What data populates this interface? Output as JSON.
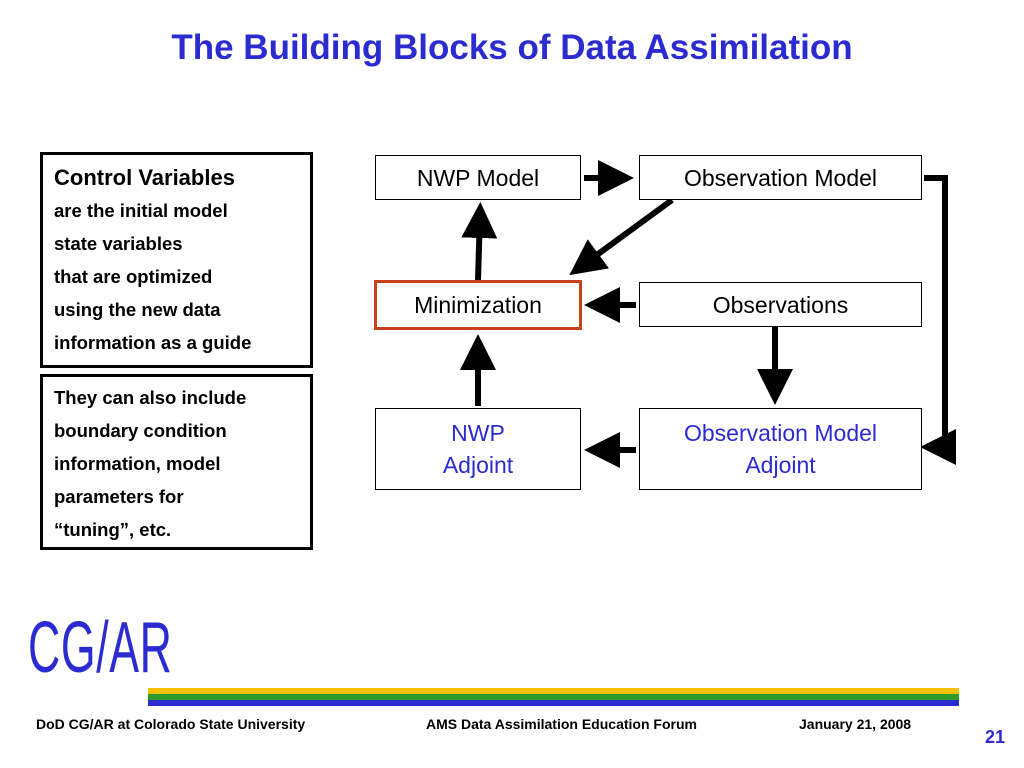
{
  "title": "The Building Blocks of Data Assimilation",
  "control_box": {
    "heading": "Control Variables",
    "lines": [
      "are the initial model",
      "state variables",
      "that are optimized",
      "using the new data",
      "information as a guide"
    ]
  },
  "tuning_box": {
    "lines": [
      "They can also include",
      "boundary condition",
      "information, model",
      "parameters for",
      "“tuning”, etc."
    ]
  },
  "nodes": {
    "nwp_model": "NWP Model",
    "observation_model": "Observation Model",
    "minimization": "Minimization",
    "observations": "Observations",
    "nwp_adjoint": [
      "NWP",
      "Adjoint"
    ],
    "observation_model_adjoint": [
      "Observation Model",
      "Adjoint"
    ]
  },
  "logo_text": "CG/AR",
  "footer": {
    "left": "DoD CG/AR at Colorado State University",
    "center": "AMS Data Assimilation Education Forum",
    "right": "January 21, 2008",
    "page_number": "21"
  },
  "colors": {
    "title_blue": "#2b2bd0",
    "minimization_border": "#c8431b",
    "stripe_yellow": "#f2c200",
    "stripe_green": "#2e9a2e",
    "stripe_blue": "#2b2bd0"
  }
}
